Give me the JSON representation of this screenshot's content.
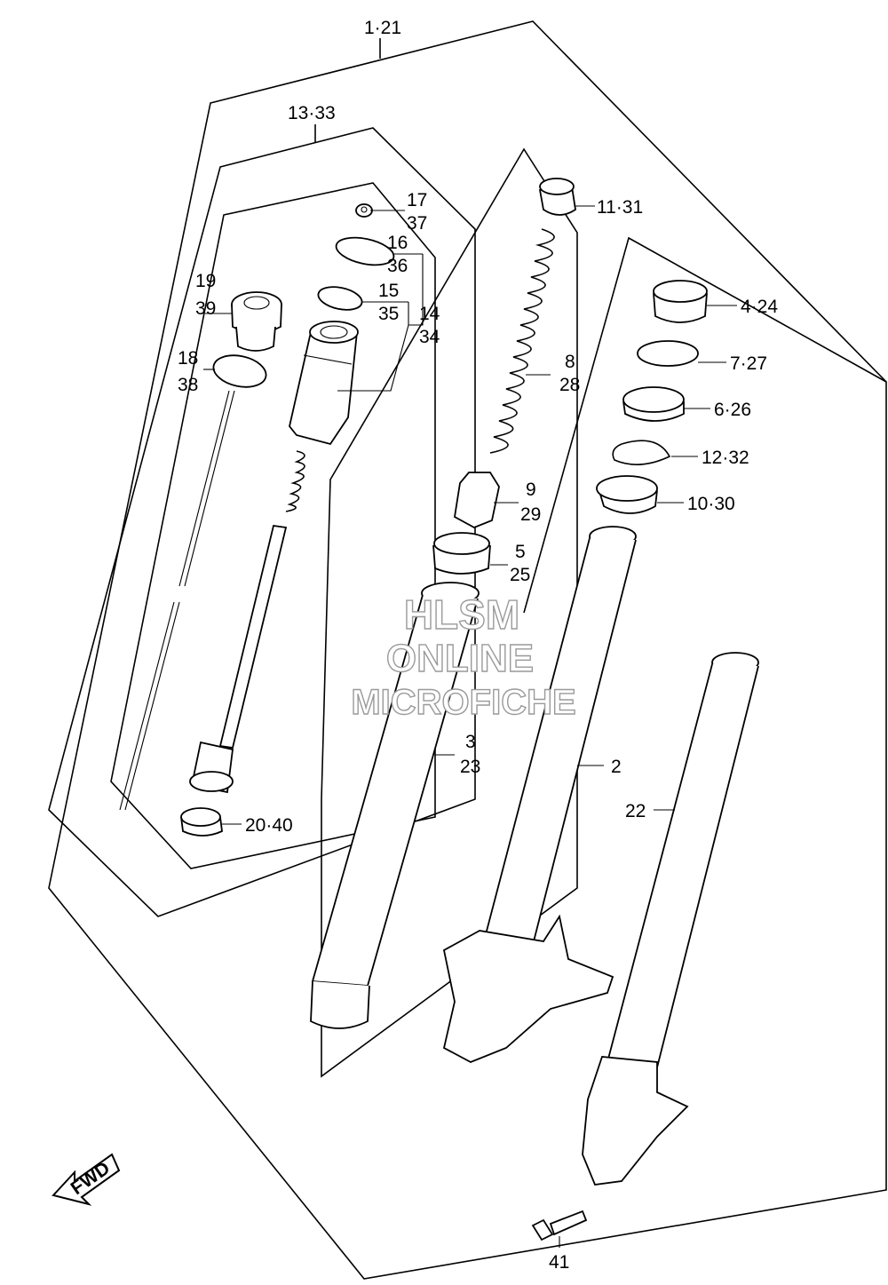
{
  "labels": {
    "l_1_21": "1·21",
    "l_13_33": "13·33",
    "l_17": "17",
    "l_37": "37",
    "l_16": "16",
    "l_36": "36",
    "l_15": "15",
    "l_35": "35",
    "l_14": "14",
    "l_34": "34",
    "l_19": "19",
    "l_39": "39",
    "l_18": "18",
    "l_38": "38",
    "l_20_40": "20·40",
    "l_11_31": "11·31",
    "l_8": "8",
    "l_28": "28",
    "l_9": "9",
    "l_29": "29",
    "l_5": "5",
    "l_25": "25",
    "l_3": "3",
    "l_23": "23",
    "l_4_24": "4·24",
    "l_7_27": "7·27",
    "l_6_26": "6·26",
    "l_12_32": "12·32",
    "l_10_30": "10·30",
    "l_2": "2",
    "l_22": "22",
    "l_41": "41"
  },
  "fwd_label": "FWD",
  "watermark": {
    "line1": "HLSM",
    "line2": "ONLINE",
    "line3": "MICROFICHE"
  }
}
